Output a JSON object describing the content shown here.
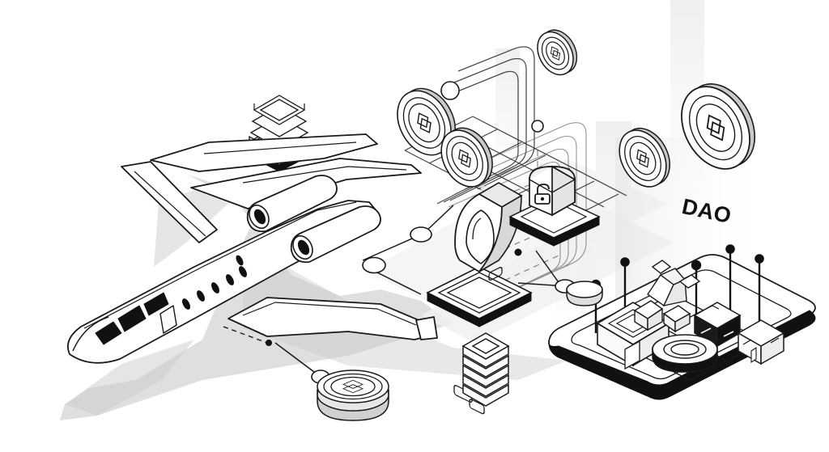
{
  "illustration": {
    "title": "Isometric blockchain aviation DAO line-art illustration",
    "style": "monochrome-isometric-line-art",
    "background_color": "#ffffff",
    "stroke_color": "#1a1a1a",
    "shadow_color": "#cccccc",
    "fill_color": "#ffffff",
    "accent_dark": "#111111",
    "gray_mid": "#9a9a9a",
    "gray_light": "#e8e8e8"
  },
  "labels": {
    "dao": "DAO"
  },
  "elements": {
    "aircraft": {
      "name": "business-jet",
      "description": "Isometric line-art private jet with T-tail, twin rear-mounted engines, cockpit windows and cabin window row",
      "cabin_window_count": 6,
      "engine_count": 2,
      "has_shadow": true
    },
    "server_stacks": [
      {
        "name": "server-stack-upper",
        "layers": 4,
        "on_platform": true
      },
      {
        "name": "server-stack-lower",
        "layers": 6,
        "on_platform": false
      }
    ],
    "coins": [
      {
        "name": "coin-upright-a",
        "symbol": "interlocking-squares",
        "orientation": "upright"
      },
      {
        "name": "coin-upright-b",
        "symbol": "interlocking-squares",
        "orientation": "upright"
      },
      {
        "name": "coin-upright-c",
        "symbol": "interlocking-squares",
        "orientation": "upright"
      },
      {
        "name": "coin-upright-d",
        "symbol": "interlocking-squares",
        "orientation": "upright"
      },
      {
        "name": "coin-upright-e",
        "symbol": "interlocking-squares",
        "orientation": "upright"
      },
      {
        "name": "coin-stack-flat",
        "symbol": "interlocking-squares",
        "orientation": "flat-stack"
      }
    ],
    "security_nodes": [
      {
        "name": "shield-chip-platform",
        "icon": "shield-icon",
        "base": "circuit-chip"
      },
      {
        "name": "lock-cube-platform",
        "icon": "lock-icon",
        "base": "dark-platform"
      }
    ],
    "city_platform": {
      "name": "blockchain-city-platform",
      "grid_rows": 3,
      "grid_cols": 3,
      "objects": [
        "tower-block",
        "crystal-cluster",
        "cube-dark",
        "cube-outline",
        "disc"
      ],
      "pin_markers": 5
    },
    "circuit_traces": {
      "name": "circuit-ribbon-bundle",
      "description": "Rounded-corner isometric circuit ribbons fading into background",
      "ribbon_count": 5
    },
    "grid_plane": {
      "name": "isometric-grid-plane",
      "rows": 4,
      "cols": 6
    },
    "connector_nodes": [
      {
        "name": "node-circle-a",
        "shape": "ellipse"
      },
      {
        "name": "node-circle-b",
        "shape": "ellipse"
      },
      {
        "name": "node-circle-c",
        "shape": "ellipse"
      },
      {
        "name": "node-circle-d",
        "shape": "ellipse"
      },
      {
        "name": "node-dot-a",
        "shape": "dot"
      },
      {
        "name": "node-dot-b",
        "shape": "dot"
      },
      {
        "name": "node-dot-c",
        "shape": "dot"
      }
    ]
  }
}
